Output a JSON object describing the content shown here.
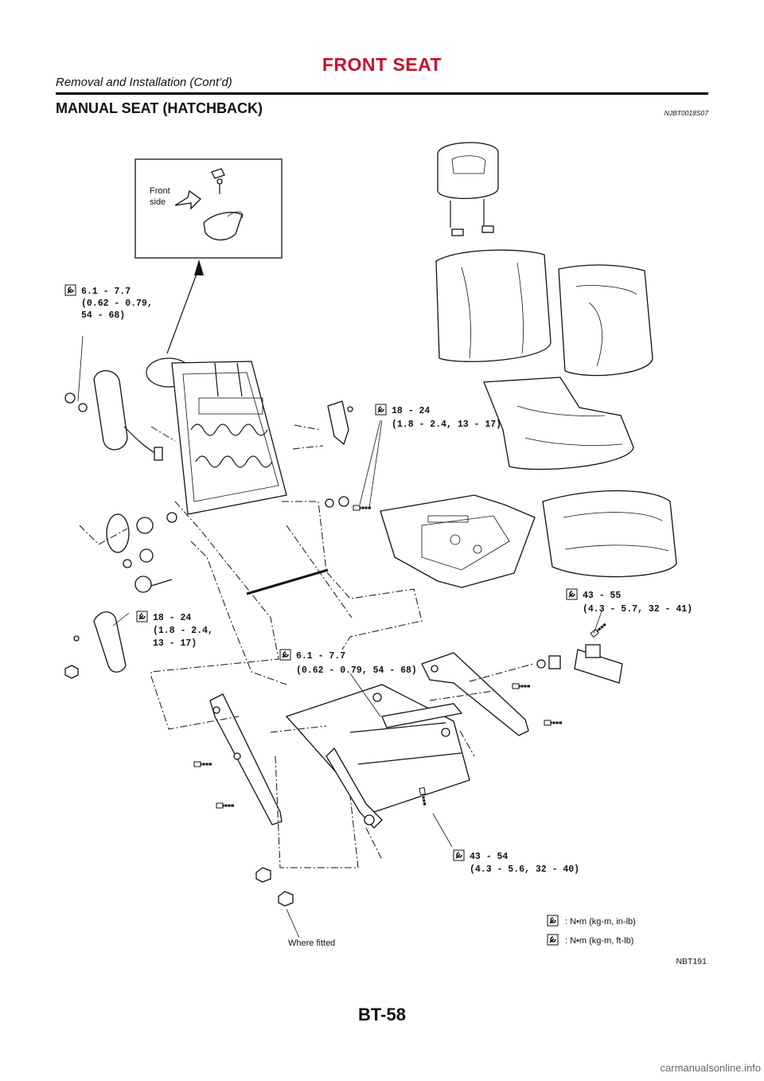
{
  "header": {
    "title": "FRONT SEAT",
    "subtitle": "Removal and Installation (Cont’d)"
  },
  "section": {
    "title": "MANUAL SEAT (HATCHBACK)",
    "code": "NJBT0018S07"
  },
  "inset": {
    "label_line1": "Front",
    "label_line2": "side"
  },
  "torque_labels": [
    {
      "line1": "6.1 - 7.7",
      "line2": "(0.62 - 0.79,",
      "line3": "54 - 68)"
    },
    {
      "line1": "18 - 24",
      "line2": "(1.8 - 2.4, 13 - 17)"
    },
    {
      "line1": "43 - 55",
      "line2": "(4.3 - 5.7, 32 - 41)"
    },
    {
      "line1": "18 - 24",
      "line2": "(1.8 - 2.4,",
      "line3": "13 - 17)"
    },
    {
      "line1": "6.1 - 7.7",
      "line2": "(0.62 - 0.79, 54 - 68)"
    },
    {
      "line1": "43 - 54",
      "line2": "(4.3 - 5.6, 32 - 40)"
    }
  ],
  "where_fitted": "Where fitted",
  "legend": [
    {
      "text": ": N•m (kg-m, in-lb)",
      "icon": "wrench-icon"
    },
    {
      "text": ": N•m (kg-m, ft-lb)",
      "icon": "wrench-icon"
    }
  ],
  "figure_code": "NBT191",
  "page_number": "BT-58",
  "watermark": "carmanualsonline.info"
}
